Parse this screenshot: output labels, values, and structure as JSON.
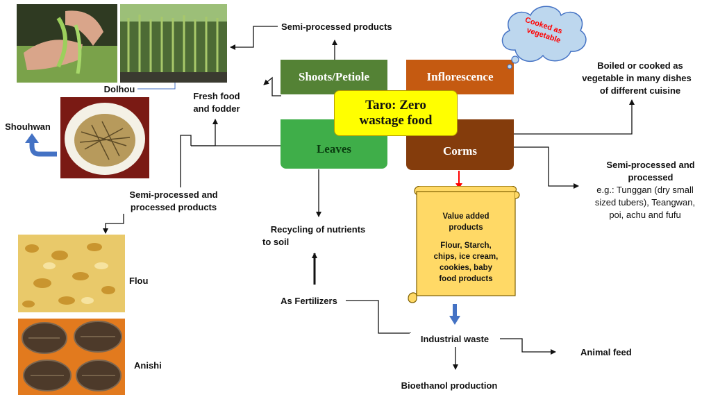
{
  "center": {
    "title_line1": "Taro: Zero",
    "title_line2": "wastage food"
  },
  "boxes": {
    "shoots": "Shoots/Petiole",
    "inflorescence": "Inflorescence",
    "leaves": "Leaves",
    "corms": "Corms"
  },
  "cloud": {
    "line1": "Cooked as",
    "line2": "vegetable"
  },
  "labels": {
    "semi_processed_products": "Semi-processed products",
    "dolhou": "Dolhou",
    "fresh_food_1": "Fresh food",
    "fresh_food_2": "and fodder",
    "shouhwan": "Shouhwan",
    "semi_proc_left_1": "Semi-processed and",
    "semi_proc_left_2": "processed products",
    "flou": "Flou",
    "anishi": "Anishi",
    "recycling_1": "Recycling of nutrients",
    "recycling_2": "to soil",
    "as_fertilizers": "As Fertilizers",
    "industrial_waste": "Industrial waste",
    "animal_feed": "Animal feed",
    "bioethanol": "Bioethanol production",
    "boiled_1": "Boiled or cooked as",
    "boiled_2": "vegetable in many dishes",
    "boiled_3": "of different cuisine",
    "semi_proc_right_1": "Semi-processed and",
    "semi_proc_right_2": "processed",
    "eg_1": "e.g.: Tunggan (dry small",
    "eg_2": "sized tubers), Teangwan,",
    "eg_3": "poi, achu and fufu"
  },
  "scroll": {
    "title_1": "Value added",
    "title_2": "products",
    "items_1": "Flour, Starch,",
    "items_2": "chips, ice cream,",
    "items_3": "cookies, baby",
    "items_4": "food products"
  },
  "colors": {
    "shoots": "#548235",
    "inflorescence": "#c55a11",
    "leaves": "#3fae49",
    "corms": "#843c0c",
    "center_fill": "#ffff00",
    "scroll_fill": "#ffd966",
    "cloud_fill": "#bdd7ee",
    "cloud_text": "#ff0000",
    "blue_arrow": "#4472c4",
    "red_arrow": "#ff0000"
  }
}
